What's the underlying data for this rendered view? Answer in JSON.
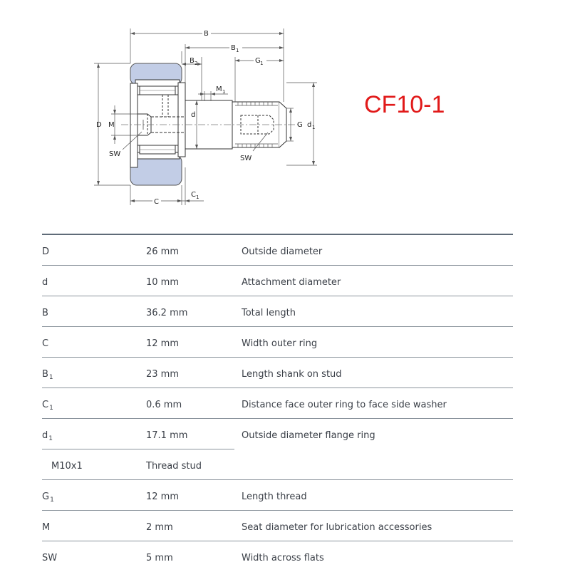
{
  "drawing": {
    "labels": {
      "B": "B",
      "B1": "B",
      "B1_sub": "1",
      "B2": "B",
      "B2_sub": "2",
      "G1": "G",
      "G1_sub": "1",
      "M1": "M",
      "M1_sub": "1",
      "D": "D",
      "M": "M",
      "d": "d",
      "G": "G",
      "d1": "d",
      "d1_sub": "1",
      "SW_left": "SW",
      "SW_right": "SW",
      "C": "C",
      "C1": "C",
      "C1_sub": "1"
    },
    "colors": {
      "outer_ring": "#c2cde6",
      "line": "#333333",
      "dim": "#555555"
    }
  },
  "title": "CF10-1",
  "table": {
    "rows": [
      {
        "symbol": "D",
        "sub": "",
        "value": "26 mm",
        "desc": "Outside diameter"
      },
      {
        "symbol": "d",
        "sub": "",
        "value": "10 mm",
        "desc": "Attachment diameter"
      },
      {
        "symbol": "B",
        "sub": "",
        "value": "36.2 mm",
        "desc": "Total length"
      },
      {
        "symbol": "C",
        "sub": "",
        "value": "12 mm",
        "desc": "Width outer ring"
      },
      {
        "symbol": "B",
        "sub": "1",
        "value": "23 mm",
        "desc": "Length shank on stud"
      },
      {
        "symbol": "C",
        "sub": "1",
        "value": "0.6 mm",
        "desc": "Distance face outer ring to face side washer"
      },
      {
        "symbol": "d",
        "sub": "1",
        "value": "17.1 mm",
        "desc": "Outside diameter flange ring"
      },
      {
        "symbol": "M10x1",
        "sub": "",
        "value": "Thread stud",
        "desc": ""
      },
      {
        "symbol": "G",
        "sub": "1",
        "value": "12 mm",
        "desc": "Length thread"
      },
      {
        "symbol": "M",
        "sub": "",
        "value": "2 mm",
        "desc": "Seat diameter for lubrication accessories"
      },
      {
        "symbol": "SW",
        "sub": "",
        "value": "5 mm",
        "desc": "Width across flats"
      }
    ]
  }
}
